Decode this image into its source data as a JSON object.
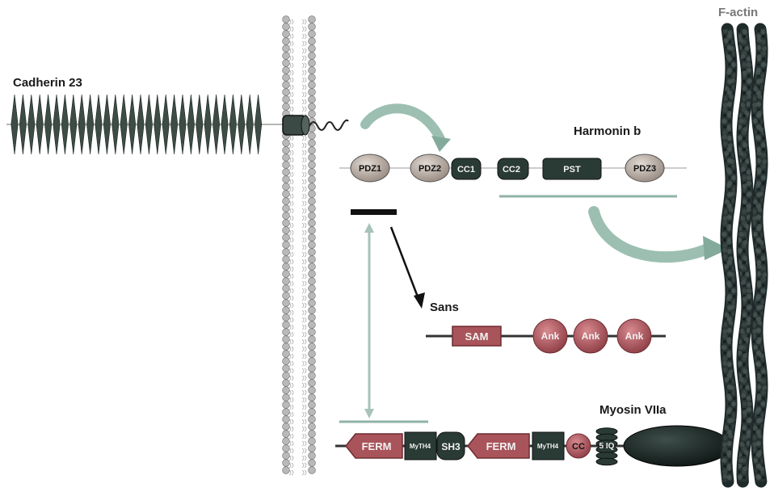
{
  "labels": {
    "cadherin": "Cadherin 23",
    "factin": "F-actin",
    "harmonin": "Harmonin b",
    "sans": "Sans",
    "myosin": "Myosin VIIa"
  },
  "harmonin_domains": {
    "pdz1": "PDZ1",
    "pdz2": "PDZ2",
    "cc1": "CC1",
    "cc2": "CC2",
    "pst": "PST",
    "pdz3": "PDZ3"
  },
  "sans_domains": {
    "sam": "SAM",
    "ank1": "Ank",
    "ank2": "Ank",
    "ank3": "Ank"
  },
  "myosin_domains": {
    "ferm1": "FERM",
    "myth4_1": "MyTH4",
    "sh3": "SH3",
    "ferm2": "FERM",
    "myth4_2": "MyTH4",
    "cc": "CC",
    "iq": "5 IQ"
  },
  "colors": {
    "cadherin_repeat": "#3d4d45",
    "membrane": "#b9b9b9",
    "pdz": "#b3a8a0",
    "dark_domain": "#2a3a35",
    "ank": "#a9545a",
    "sam": "#a9545a",
    "interaction_arrow": "#8fb3a5",
    "interaction_bar": "#8fb3a5",
    "actin": "#1f2a2a"
  }
}
